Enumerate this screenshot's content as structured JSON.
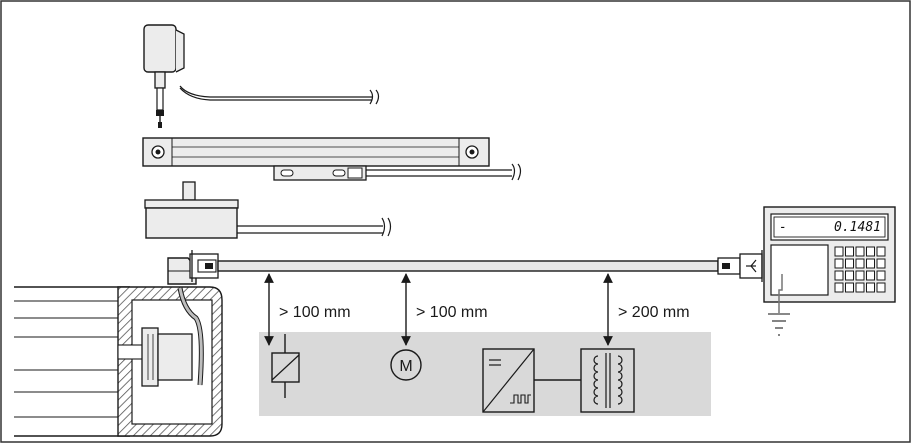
{
  "distances": {
    "relay": "> 100 mm",
    "motor": "> 100 mm",
    "converter": "> 200 mm"
  },
  "motor_symbol": "M",
  "display": {
    "sign": "-",
    "value": "0.1481"
  },
  "colors": {
    "line": "#1a1a1a",
    "zone": "#d9d9d9",
    "device_body": "#ececec",
    "cable_fill": "#e8e8e8",
    "hatch": "#555555",
    "border": "#333333"
  },
  "icons": {
    "power_supply": "power-adapter-icon",
    "linear_encoder": "linear-scale-icon",
    "rotary_encoder": "rotary-encoder-icon",
    "readout": "digital-readout-icon",
    "ground": "ground-icon",
    "relay": "relay-coil-icon",
    "motor": "motor-icon",
    "converter": "frequency-converter-icon",
    "transformer": "transformer-icon"
  }
}
